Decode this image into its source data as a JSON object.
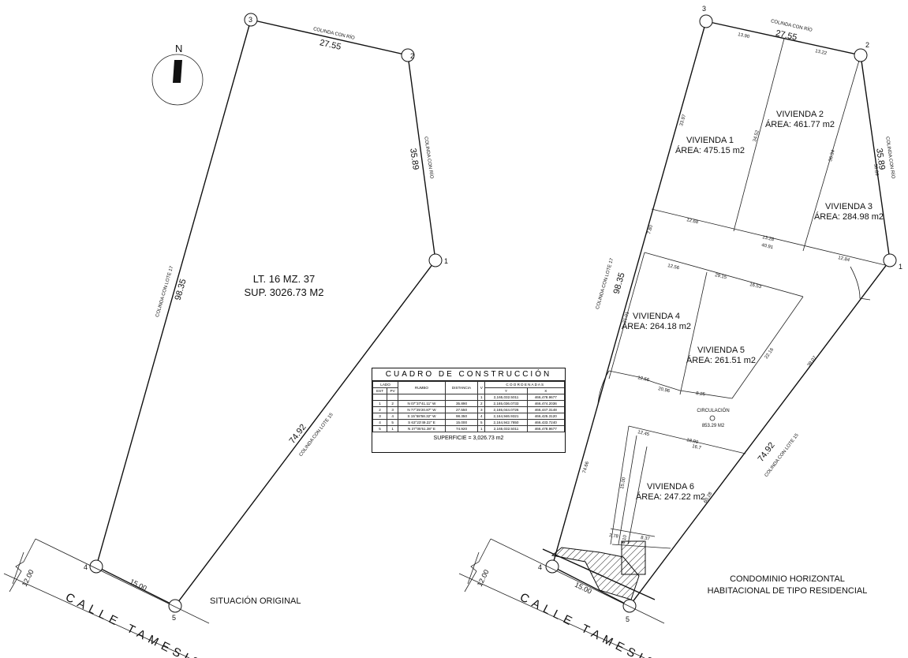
{
  "left_plan": {
    "lot_label": "LT. 16  MZ. 37",
    "area_label": "SUP. 3026.73 M2",
    "caption": "SITUACIÓN ORIGINAL",
    "north_letter": "N",
    "street": "CALLE TAMESIS",
    "edges": {
      "top_name": "COLINDA CON RÍO",
      "top_len": "27.55",
      "right_name": "COLINDA CON RÍO",
      "right_len": "35.89",
      "left_name": "COLINDA CON LOTE 17",
      "left_len": "98.35",
      "diag_name": "COLINDA CON LOTE 15",
      "diag_len": "74.92",
      "front_len": "15.00",
      "offset_len": "12.00"
    },
    "vertices": [
      "1",
      "2",
      "3",
      "4",
      "5"
    ]
  },
  "right_plan": {
    "caption_line1": "CONDOMINIO HORIZONTAL",
    "caption_line2": "HABITACIONAL DE TIPO RESIDENCIAL",
    "street": "CALLE TAMESIS",
    "edges": {
      "top_name": "COLINDA CON RÍO",
      "top_len": "27.55",
      "right_name": "COLINDA CON RÍO",
      "right_len": "35.89",
      "left_name": "COLINDA CON LOTE 17",
      "left_len": "98.35",
      "diag_name": "COLINDA CON LOTE 15",
      "diag_len": "74.92",
      "front_len": "15.00",
      "offset_len": "12.00"
    },
    "vertices": [
      "1",
      "2",
      "3",
      "4",
      "5"
    ],
    "units": [
      {
        "name": "VIVIENDA 1",
        "area": "ÁREA: 475.15 m2"
      },
      {
        "name": "VIVIENDA 2",
        "area": "ÁREA: 461.77 m2"
      },
      {
        "name": "VIVIENDA 3",
        "area": "ÁREA: 284.98 m2"
      },
      {
        "name": "VIVIENDA 4",
        "area": "ÁREA: 264.18 m2"
      },
      {
        "name": "VIVIENDA 5",
        "area": "ÁREA: 261.51 m2"
      },
      {
        "name": "VIVIENDA 6",
        "area": "ÁREA: 247.22 m2"
      }
    ],
    "circulation": {
      "name": "CIRCULACIÓN",
      "area": "853.29 M2"
    },
    "dims": [
      "13.90",
      "13.22",
      "33.97",
      "12.68",
      "13.28",
      "40.91",
      "12.84",
      "7.80",
      "12.56",
      "29.15",
      "16.53",
      "21.01",
      "12.56",
      "20.96",
      "8.25",
      "12.45",
      "18.90",
      "16.7",
      "4.10",
      "2.78",
      "15.00",
      "8.37",
      "34.52",
      "36.34",
      "36.89",
      "22.16",
      "39.07",
      "74.66",
      "60.28"
    ]
  },
  "construction_table": {
    "title": "CUADRO DE CONSTRUCCIÓN",
    "headers": {
      "lado": "LADO",
      "est": "EST",
      "pv": "PV",
      "rumbo": "RUMBO",
      "distancia": "DISTANCIA",
      "v": "V",
      "coords": "C O O R D E N A D A S",
      "y": "Y",
      "x": "X"
    },
    "first_row": {
      "v": "1",
      "y": "2,165,032.5011",
      "x": "466,478.9677"
    },
    "rows": [
      {
        "est": "1",
        "pv": "2",
        "rumbo": "N 07°37'41.11\" W",
        "distancia": "35.890",
        "v": "2",
        "y": "2,165,036.0733",
        "x": "466,474.2036"
      },
      {
        "est": "2",
        "pv": "3",
        "rumbo": "N 77°25'20.87\" W",
        "distancia": "27.550",
        "v": "3",
        "y": "2,165,044.0726",
        "x": "466,447.3148"
      },
      {
        "est": "3",
        "pv": "4",
        "rumbo": "S 15°58'58.32\" W",
        "distancia": "98.350",
        "v": "4",
        "y": "2,164,946.9321",
        "x": "466,425.3120"
      },
      {
        "est": "4",
        "pv": "5",
        "rumbo": "S 63°23'49.22\" E",
        "distancia": "15.000",
        "v": "5",
        "y": "2,164,942.7850",
        "x": "466,433.7240"
      },
      {
        "est": "5",
        "pv": "1",
        "rumbo": "N 37°05'51.38\" E",
        "distancia": "74.920",
        "v": "1",
        "y": "2,165,032.5011",
        "x": "466,478.9677"
      }
    ],
    "surface": "SUPERFICIE = 3,026.73 m2"
  }
}
